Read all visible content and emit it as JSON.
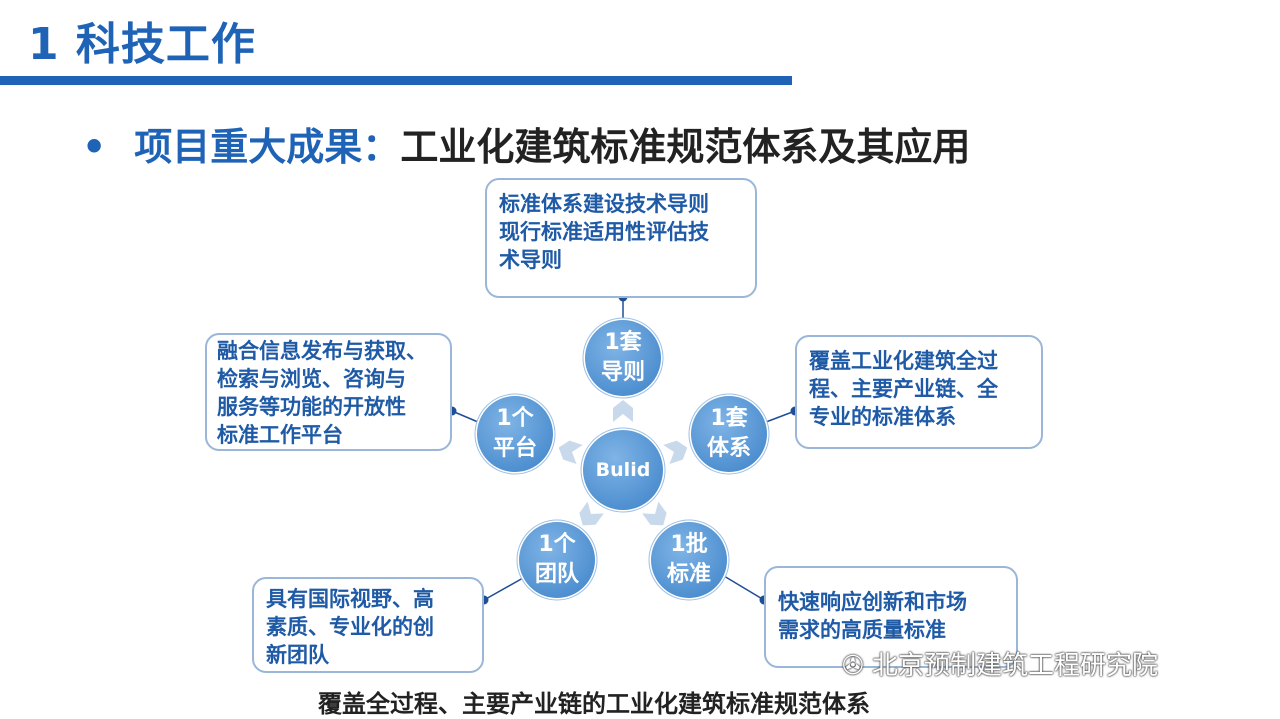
{
  "slide": {
    "title": "1 科技工作",
    "subtitle_bullet": "•",
    "subtitle_lead": "项目重大成果：",
    "subtitle_rest": "工业化建筑标准规范体系及其应用",
    "caption": "覆盖全过程、主要产业链的工业化建筑标准规范体系",
    "watermark": "北京预制建筑工程研究院"
  },
  "diagram": {
    "center": "Bulid",
    "nodes": [
      {
        "id": "guide",
        "line1": "1套",
        "line2": "导则",
        "box": [
          "标准体系建设技术导则",
          "现行标准适用性评估技",
          "术导则"
        ]
      },
      {
        "id": "system",
        "line1": "1套",
        "line2": "体系",
        "box": [
          "覆盖工业化建筑全过",
          "程、主要产业链、全",
          "专业的标准体系"
        ]
      },
      {
        "id": "batch",
        "line1": "1批",
        "line2": "标准",
        "box": [
          "快速响应创新和市场",
          "需求的高质量标准"
        ]
      },
      {
        "id": "team",
        "line1": "1个",
        "line2": "团队",
        "box": [
          "具有国际视野、高",
          "素质、专业化的创",
          "新团队"
        ]
      },
      {
        "id": "platform",
        "line1": "1个",
        "line2": "平台",
        "box": [
          "融合信息发布与获取、",
          "检索与浏览、咨询与",
          "服务等功能的开放性",
          "标准工作平台"
        ]
      }
    ],
    "colors": {
      "node": "#5b9bd5",
      "node_dark": "#3f7fc0",
      "line": "#1f4e96",
      "box_border": "#9ab6d8",
      "arrow": "#c9d9ec"
    }
  }
}
